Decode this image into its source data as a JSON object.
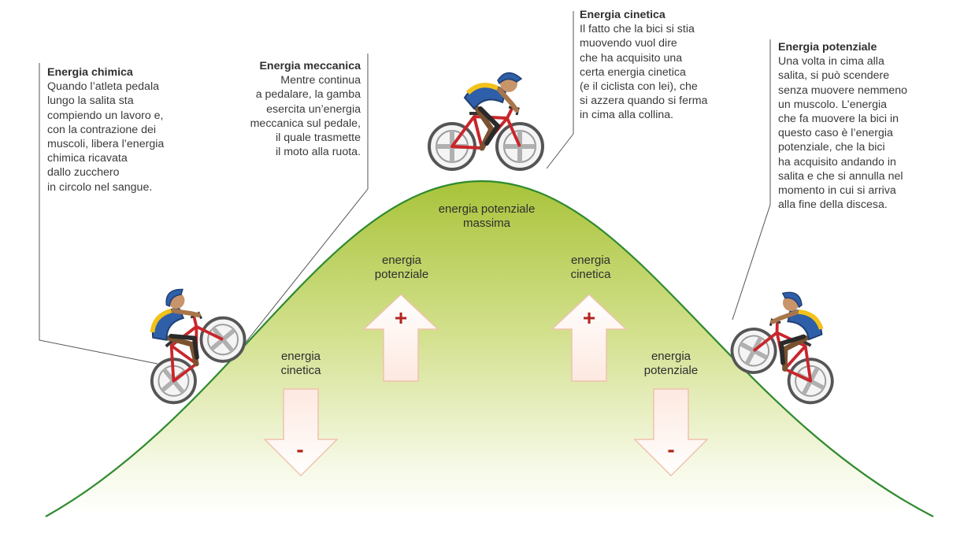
{
  "callouts": {
    "chimica": {
      "title": "Energia chimica",
      "body": "Quando l’atleta pedala\nlungo la salita sta\ncompiendo un lavoro e,\ncon la contrazione dei\nmuscoli, libera l’energia\nchimica ricavata\ndallo zucchero\nin circolo nel sangue."
    },
    "meccanica": {
      "title": "Energia meccanica",
      "body": "Mentre continua\na pedalare, la gamba\nesercita un’energia\nmeccanica sul pedale,\nil quale trasmette\nil moto alla ruota."
    },
    "cinetica": {
      "title": "Energia cinetica",
      "body": "Il fatto che la bici si stia\nmuovendo vuol dire\nche ha acquisito una\ncerta energia cinetica\n(e il ciclista con lei), che\nsi azzera quando si ferma\nin cima alla collina."
    },
    "potenziale": {
      "title": "Energia potenziale",
      "body": "Una volta in cima alla\nsalita, si può scendere\nsenza muovere nemmeno\nun muscolo. L’energia\nche fa muovere la bici in\nquesto caso è l’energia\npotenziale, che la bici\nha acquisito andando in\nsalita e che si annulla nel\nmomento in cui si arriva\nalla fine della discesa."
    }
  },
  "hill_labels": {
    "top": "energia potenziale\nmassima",
    "left_up": "energia\npotenziale",
    "left_down": "energia\ncinetica",
    "right_up": "energia\ncinetica",
    "right_down": "energia\npotenziale"
  },
  "signs": {
    "plus": "+",
    "minus": "-"
  },
  "colors": {
    "hill_top": "#a9c33a",
    "hill_bottom": "#ffffff",
    "hill_outline": "#2f8a2f",
    "arrow_sign": "#b2271f",
    "frame_red": "#c8262b",
    "jersey_blue": "#2f5fa8",
    "jersey_yellow": "#f2c21b",
    "wheel_grey": "#8e8e8e"
  },
  "icons": [
    "cyclist-climbing-icon",
    "cyclist-top-icon",
    "cyclist-descending-icon",
    "arrow-up-icon",
    "arrow-down-icon"
  ]
}
